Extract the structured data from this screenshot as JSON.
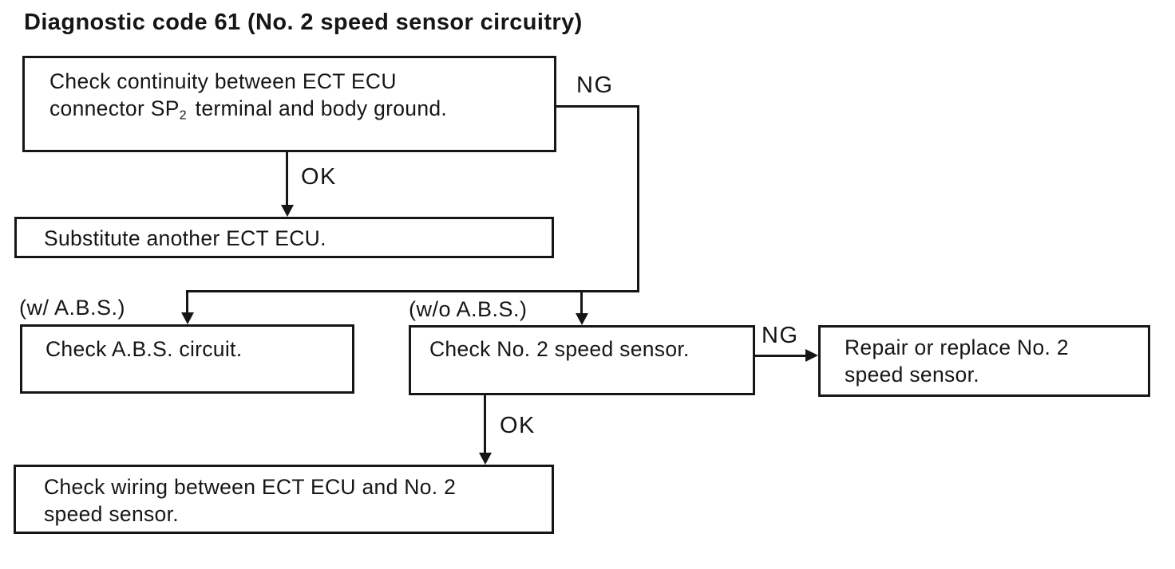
{
  "title": "Diagnostic code 61 (No. 2 speed sensor circuitry)",
  "flowchart": {
    "colors": {
      "ink": "#161616",
      "paper": "#ffffff"
    },
    "nodes": {
      "check_continuity": {
        "line1": "Check continuity between ECT ECU",
        "line2_pre": "connector SP",
        "line2_sub": "2",
        "line2_post": "terminal and body ground."
      },
      "substitute_ecu": {
        "label": "Substitute another ECT ECU."
      },
      "check_abs": {
        "label": "Check A.B.S. circuit."
      },
      "check_speed_sensor": {
        "label": "Check No. 2 speed sensor."
      },
      "repair_replace": {
        "line1": "Repair or replace No. 2",
        "line2": "speed sensor."
      },
      "check_wiring": {
        "line1": "Check wiring between ECT ECU and No. 2",
        "line2": "speed sensor."
      }
    },
    "labels": {
      "ng_top": "NG",
      "ok_top": "OK",
      "with_abs": "(w/ A.B.S.)",
      "without_abs": "(w/o A.B.S.)",
      "ng_right": "NG",
      "ok_bottom": "OK"
    }
  }
}
